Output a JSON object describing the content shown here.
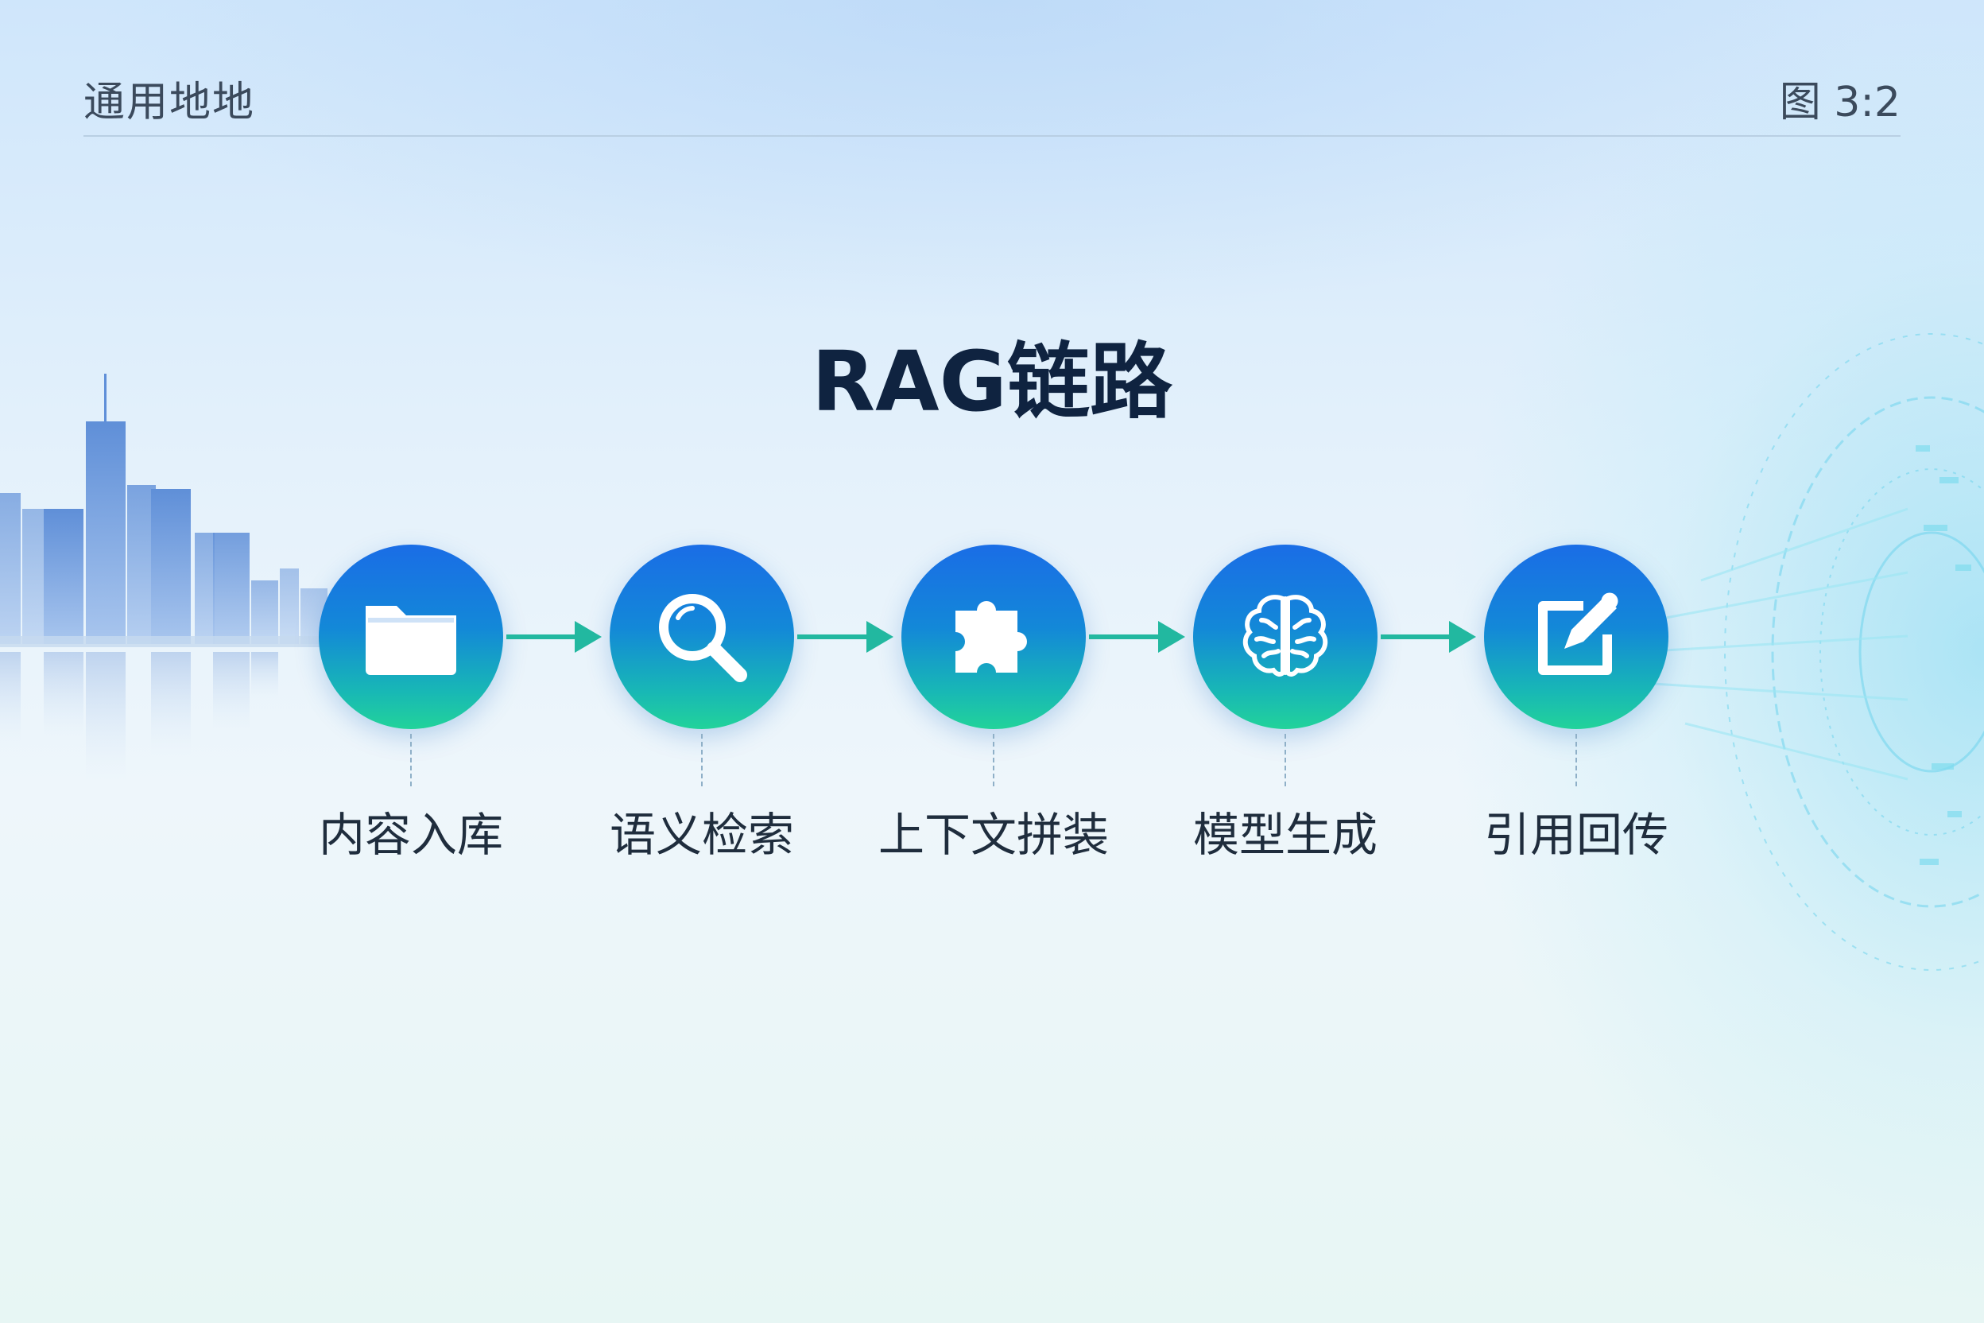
{
  "header": {
    "brand": "通用地地",
    "figure_label": "图 3:2"
  },
  "title": "RAG链路",
  "steps": [
    {
      "label": "内容入库",
      "icon": "folder-icon"
    },
    {
      "label": "语义检索",
      "icon": "search-icon"
    },
    {
      "label": "上下文拼装",
      "icon": "puzzle-icon"
    },
    {
      "label": "模型生成",
      "icon": "brain-icon"
    },
    {
      "label": "引用回传",
      "icon": "edit-icon"
    }
  ],
  "colors": {
    "title": "#0f2340",
    "circle_top": "#1a6de6",
    "circle_bottom": "#22d39a",
    "arrow": "#22b8a0"
  }
}
